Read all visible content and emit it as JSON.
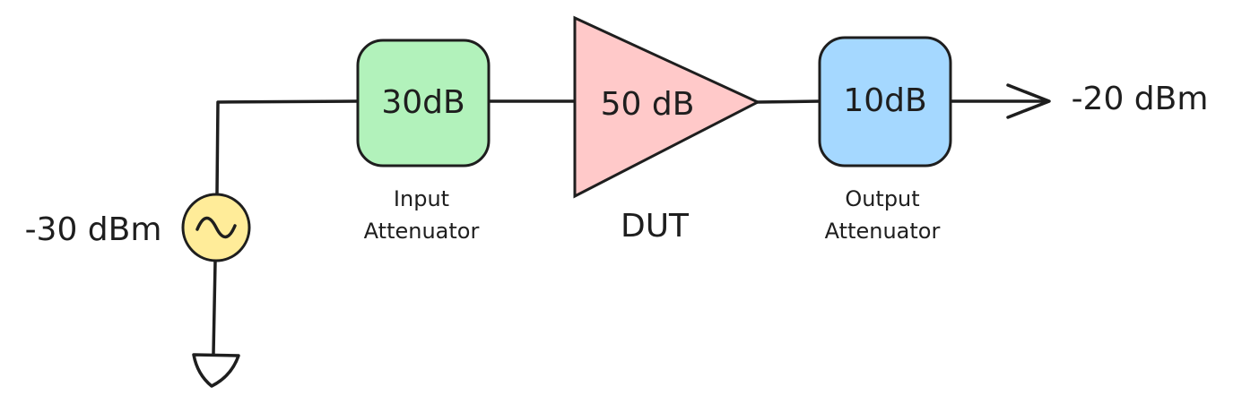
{
  "input_level": "-30 dBm",
  "output_level": "-20 dBm",
  "input_attenuator": {
    "value": "30dB",
    "label_line1": "Input",
    "label_line2": "Attenuator"
  },
  "dut": {
    "gain": "50 dB",
    "label": "DUT"
  },
  "output_attenuator": {
    "value": "10dB",
    "label_line1": "Output",
    "label_line2": "Attenuator"
  },
  "colors": {
    "input_attenuator_fill": "#b2f2bb",
    "dut_fill": "#ffc9c9",
    "output_attenuator_fill": "#a5d8ff",
    "source_fill": "#ffec99",
    "stroke": "#1e1e1e"
  },
  "icons": {
    "source": "ac-source-icon",
    "ground": "ground-icon",
    "arrow": "output-arrow-icon"
  }
}
